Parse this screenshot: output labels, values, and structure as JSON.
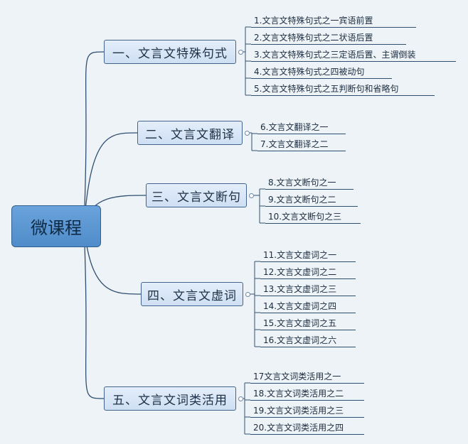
{
  "central": {
    "label": "微课程"
  },
  "branches": [
    {
      "label": "一、文言文特殊句式",
      "leaves": [
        "1.文言文特殊句式之一宾语前置",
        "2.文言文特殊句式之二状语后置",
        "3.文言文特殊句式之三定语后置、主谓倒装",
        "4.文言文特殊句式之四被动句",
        "5.文言文特殊句式之五判断句和省略句"
      ]
    },
    {
      "label": "二、文言文翻译",
      "leaves": [
        "6.文言文翻译之一",
        "7.文言文翻译之二"
      ]
    },
    {
      "label": "三、文言文断句",
      "leaves": [
        "8.文言文断句之一",
        "9.文言文断句之二",
        "10.文言文断句之三"
      ]
    },
    {
      "label": "四、文言文虚词",
      "leaves": [
        "11.文言文虚词之一",
        "12.文言文虚词之二",
        "13.文言文虚词之三",
        "14.文言文虚词之四",
        "15.文言文虚词之五",
        "16.文言文虚词之六"
      ]
    },
    {
      "label": "五、文言文词类活用",
      "leaves": [
        "17文言文词类活用之一",
        "18.文言文词类活用之二",
        "19.文言文词类活用之三",
        "20.文言文词类活用之四"
      ]
    }
  ],
  "colors": {
    "background": "#eef3f8",
    "line": "#2f4f72",
    "central_fill": "#5b97d3",
    "branch_fill": "#d8e6f7"
  }
}
